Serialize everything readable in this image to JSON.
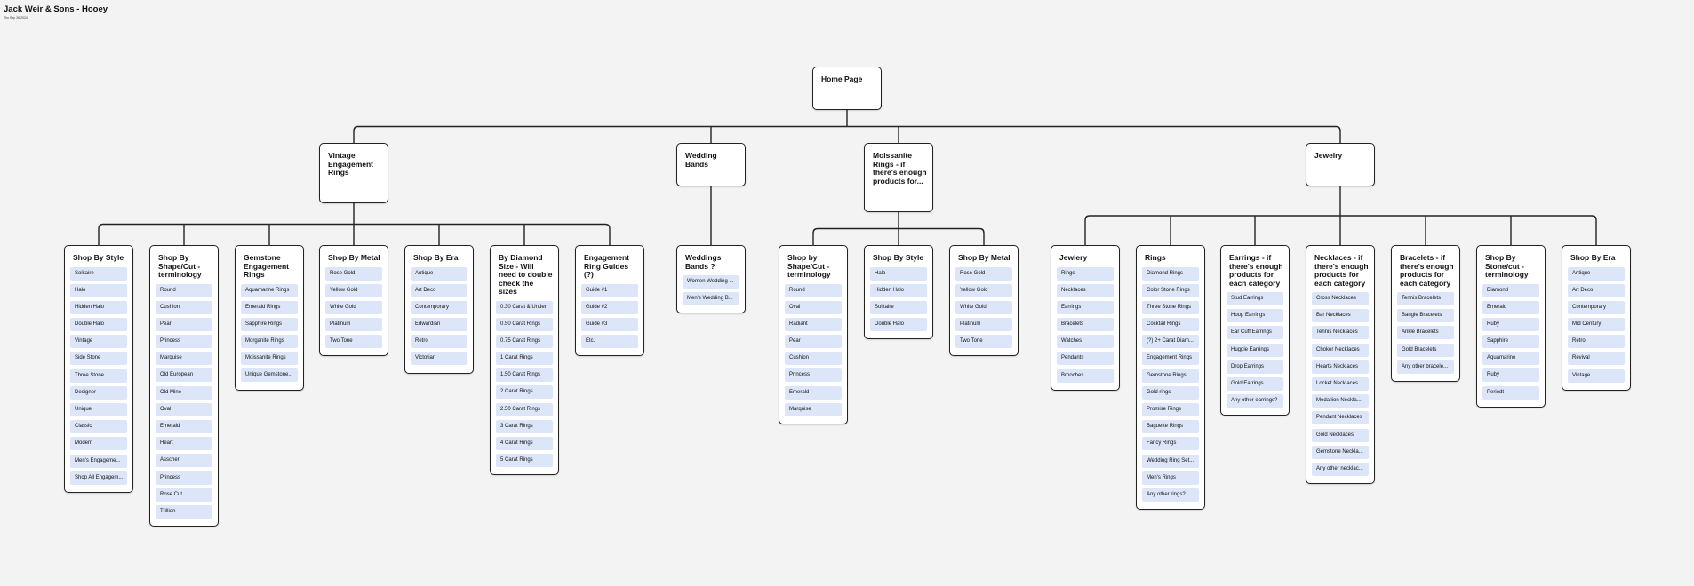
{
  "board": {
    "title": "Jack Weir & Sons - Hooey",
    "date": "Thu Sep 26 2024"
  },
  "root": {
    "label": "Home Page"
  },
  "sections": [
    {
      "label": "Vintage Engagement Rings",
      "cards": [
        {
          "title": "Shop By Style",
          "items": [
            "Solitaire",
            "Halo",
            "Hidden Halo",
            "Double Halo",
            "Vintage",
            "Side Stone",
            "Three Stone",
            "Designer",
            "Unique",
            "Classic",
            "Modern",
            "Men's Engageme...",
            "Shop All Engagem..."
          ]
        },
        {
          "title": "Shop By Shape/Cut - terminology",
          "items": [
            "Round",
            "Cushion",
            "Pear",
            "Princess",
            "Marquise",
            "Old European",
            "Old Mine",
            "Oval",
            "Emerald",
            "Heart",
            "Asscher",
            "Princess",
            "Rose Cut",
            "Trillion"
          ]
        },
        {
          "title": "Gemstone Engagement Rings",
          "items": [
            "Aquamarine Rings",
            "Emerald Rings",
            "Sapphire Rings",
            "Morganite Rings",
            "Moissanite Rings",
            "Unique Gemstone..."
          ]
        },
        {
          "title": "Shop By Metal",
          "items": [
            "Rose Gold",
            "Yellow Gold",
            "White Gold",
            "Platinum",
            "Two Tone"
          ]
        },
        {
          "title": "Shop By Era",
          "items": [
            "Antique",
            "Art Deco",
            "Contemporary",
            "Edwardian",
            "Retro",
            "Victorian"
          ]
        },
        {
          "title": "By Diamond Size - Will need to double check the sizes",
          "items": [
            "0.30 Carat & Under",
            "0.50 Carat Rings",
            "0.75 Carat Rings",
            "1 Carat Rings",
            "1.50 Carat Rings",
            "2 Carat Rings",
            "2.50 Carat Rings",
            "3 Carat Rings",
            "4 Carat Rings",
            "5 Carat Rings"
          ]
        },
        {
          "title": "Engagement Ring Guides (?)",
          "items": [
            "Guide #1",
            "Guide #2",
            "Guide #3",
            "Etc."
          ]
        }
      ]
    },
    {
      "label": "Wedding Bands",
      "cards": [
        {
          "title": "Weddings Bands ?",
          "items": [
            "Women Wedding ...",
            "Men's Wedding B..."
          ]
        }
      ]
    },
    {
      "label": "Moissanite Rings - if there's enough products for...",
      "cards": [
        {
          "title": "Shop by Shape/Cut - terminology",
          "items": [
            "Round",
            "Oval",
            "Radiant",
            "Pear",
            "Cushion",
            "Princess",
            "Emerald",
            "Marquise"
          ]
        },
        {
          "title": "Shop By Style",
          "items": [
            "Halo",
            "Hidden Halo",
            "Solitaire",
            "Double Halo"
          ]
        },
        {
          "title": "Shop By Metal",
          "items": [
            "Rose Gold",
            "Yellow Gold",
            "White Gold",
            "Platinum",
            "Two Tone"
          ]
        }
      ]
    },
    {
      "label": "Jewelry",
      "cards": [
        {
          "title": "Jewlery",
          "items": [
            "Rings",
            "Necklaces",
            "Earrings",
            "Bracelets",
            "Watches",
            "Pendants",
            "Brooches"
          ]
        },
        {
          "title": "Rings",
          "items": [
            "Diamond Rings",
            "Color Stone Rings",
            "Three Stone Rings",
            "Cocktail Rings",
            "(?) 2+ Carat Diam...",
            "Engagement Rings",
            "Gemstone Rings",
            "Gold rings",
            "Promise Rings",
            "Baguette Rings",
            "Fancy Rings",
            "Wedding Ring Set...",
            "Men's Rings",
            "Any other rings?"
          ]
        },
        {
          "title": "Earrings - if there's enough products for each category",
          "items": [
            "Stud Earrings",
            "Hoop Earrings",
            "Ear Cuff Earrings",
            "Huggie Earrings",
            "Drop Earrings",
            "Gold Earrings",
            "Any other earrings?"
          ]
        },
        {
          "title": "Necklaces - if there's enough products for each category",
          "items": [
            "Cross Necklaces",
            "Bar Necklaces",
            "Tennis Necklaces",
            "Choker Necklaces",
            "Hearts Necklaces",
            "Locket Necklaces",
            "Medallion Neckla...",
            "Pendant Necklaces",
            "Gold Necklaces",
            "Gemstone Neckla...",
            "Any other necklac..."
          ]
        },
        {
          "title": "Bracelets - if there's enough products for each category",
          "items": [
            "Tennis Bracelets",
            "Bangle Bracelets",
            "Ankle Bracelets",
            "Gold Bracelets",
            "Any other bracele..."
          ]
        },
        {
          "title": "Shop By Stone/cut - terminology",
          "items": [
            "Diamond",
            "Emerald",
            "Ruby",
            "Sapphire",
            "Aquamarine",
            "Ruby",
            "Periodt"
          ]
        },
        {
          "title": "Shop By Era",
          "items": [
            "Antique",
            "Art Deco",
            "Contemporary",
            "Mid Century",
            "Retro",
            "Revival",
            "Vintage"
          ]
        }
      ]
    }
  ]
}
